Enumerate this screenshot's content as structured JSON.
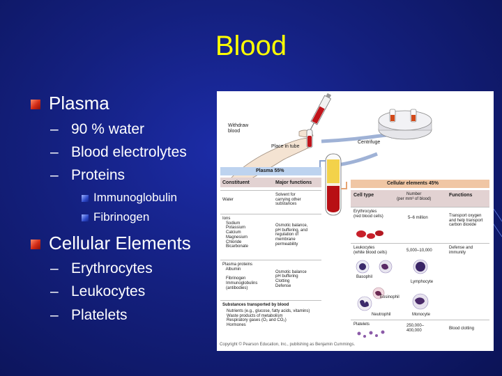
{
  "slide": {
    "title": "Blood",
    "bullets": [
      {
        "label": "Plasma",
        "sub": [
          {
            "label": "90 % water"
          },
          {
            "label": "Blood electrolytes"
          },
          {
            "label": "Proteins",
            "sub": [
              {
                "label": "Immunoglobulin"
              },
              {
                "label": "Fibrinogen"
              }
            ]
          }
        ]
      },
      {
        "label": "Cellular Elements",
        "sub": [
          {
            "label": "Erythrocytes"
          },
          {
            "label": "Leukocytes"
          },
          {
            "label": "Platelets"
          }
        ]
      }
    ],
    "dash": "–"
  },
  "figure": {
    "withdraw": "Withdraw\nblood",
    "place_in_tube": "Place in tube",
    "centrifuge": "Centrifuge",
    "plasma_title": "Plasma 55%",
    "plasma_headers": [
      "Constituent",
      "Major functions"
    ],
    "plasma_rows": [
      {
        "constituent": "Water",
        "function": "Solvent for\ncarrying other\nsubstances"
      },
      {
        "constituent": "Ions\n   Sodium\n   Potassium\n   Calcium\n   Magnesium\n   Chloride\n   Bicarbonate",
        "function": "Osmotic balance,\npH buffering, and\nregulation of\nmembrane\npermeability"
      },
      {
        "constituent": "Plasma proteins\n   Albumin\n\n   Fibrinogen\n   Immunoglobulins\n   (antibodies)",
        "function": "\nOsmotic balance\npH buffering\nClotting\nDefense"
      }
    ],
    "transported_title": "Substances transported by blood",
    "transported_items": "Nutrients (e.g., glucose, fatty acids, vitamins)\nWaste products of metabolism\nRespiratory gases (O₂ and CO₂)\nHormones",
    "cellular_title": "Cellular elements 45%",
    "cellular_headers": [
      "Cell type",
      "Number\n(per mm³ of blood)",
      "Functions"
    ],
    "erythrocytes": {
      "type": "Erythrocytes\n(red blood cells)",
      "number": "5–6 million",
      "function": "Transport oxygen\nand help transport\ncarbon dioxide"
    },
    "leukocytes": {
      "type": "Leukocytes\n(white blood cells)",
      "number": "5,000–10,000",
      "function": "Defense and\nimmunity"
    },
    "leuk_labels": [
      "Basophil",
      "Lymphocyte",
      "Eosinophil",
      "Neutrophil",
      "Monocyte"
    ],
    "platelets": {
      "type": "Platelets",
      "number": "250,000–\n400,000",
      "function": "Blood clotting"
    },
    "copyright": "Copyright © Pearson Education, Inc., publishing as Benjamin Cummings."
  }
}
